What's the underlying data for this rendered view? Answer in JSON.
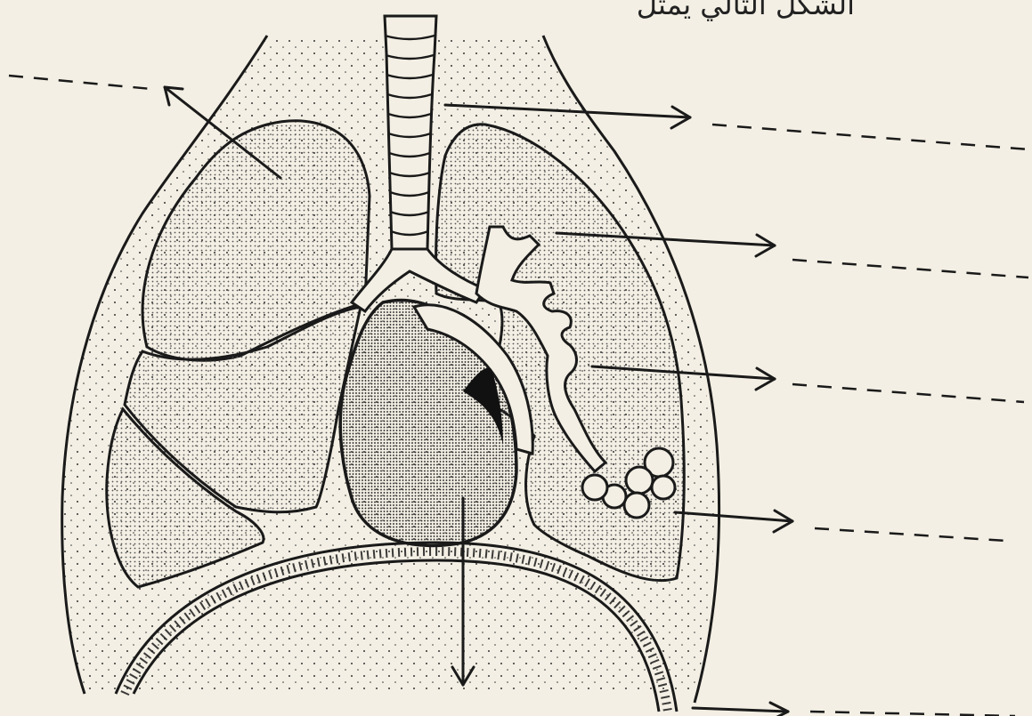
{
  "header": {
    "text": "الشكل التالي يمثل"
  },
  "diagram": {
    "colors": {
      "paper": "#f3efe4",
      "ink": "#1a1a1a",
      "stipple": "#555555"
    },
    "label_slots": [
      {
        "id": "blank-top-left",
        "text": ""
      },
      {
        "id": "blank-right-1",
        "text": ""
      },
      {
        "id": "blank-right-2",
        "text": ""
      },
      {
        "id": "blank-right-3",
        "text": ""
      },
      {
        "id": "blank-right-4",
        "text": ""
      },
      {
        "id": "blank-bottom-right",
        "text": ""
      },
      {
        "id": "blank-bottom",
        "text": ""
      }
    ]
  }
}
